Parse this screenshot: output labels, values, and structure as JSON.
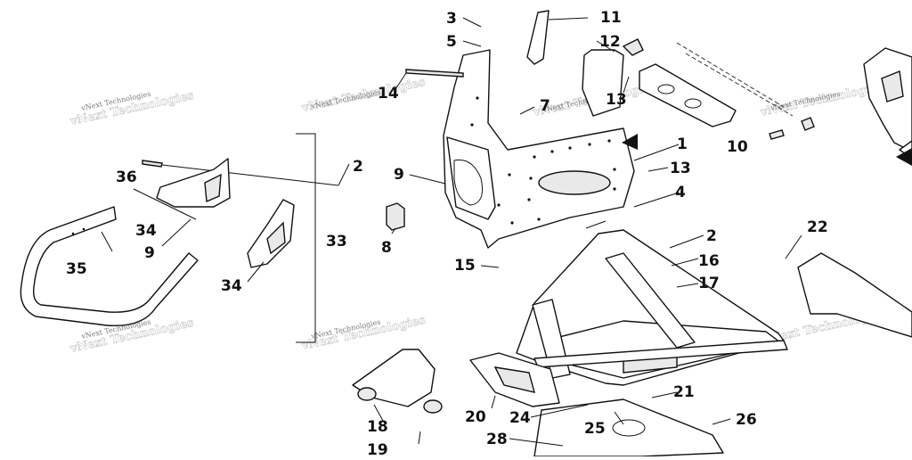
{
  "diagram": {
    "callouts": [
      "1",
      "2",
      "3",
      "4",
      "5",
      "7",
      "8",
      "9",
      "10",
      "11",
      "12",
      "13",
      "14",
      "15",
      "16",
      "17",
      "18",
      "19",
      "20",
      "21",
      "22",
      "24",
      "25",
      "26",
      "28",
      "33",
      "34",
      "35",
      "36"
    ],
    "watermark": "vNext Technologies"
  }
}
